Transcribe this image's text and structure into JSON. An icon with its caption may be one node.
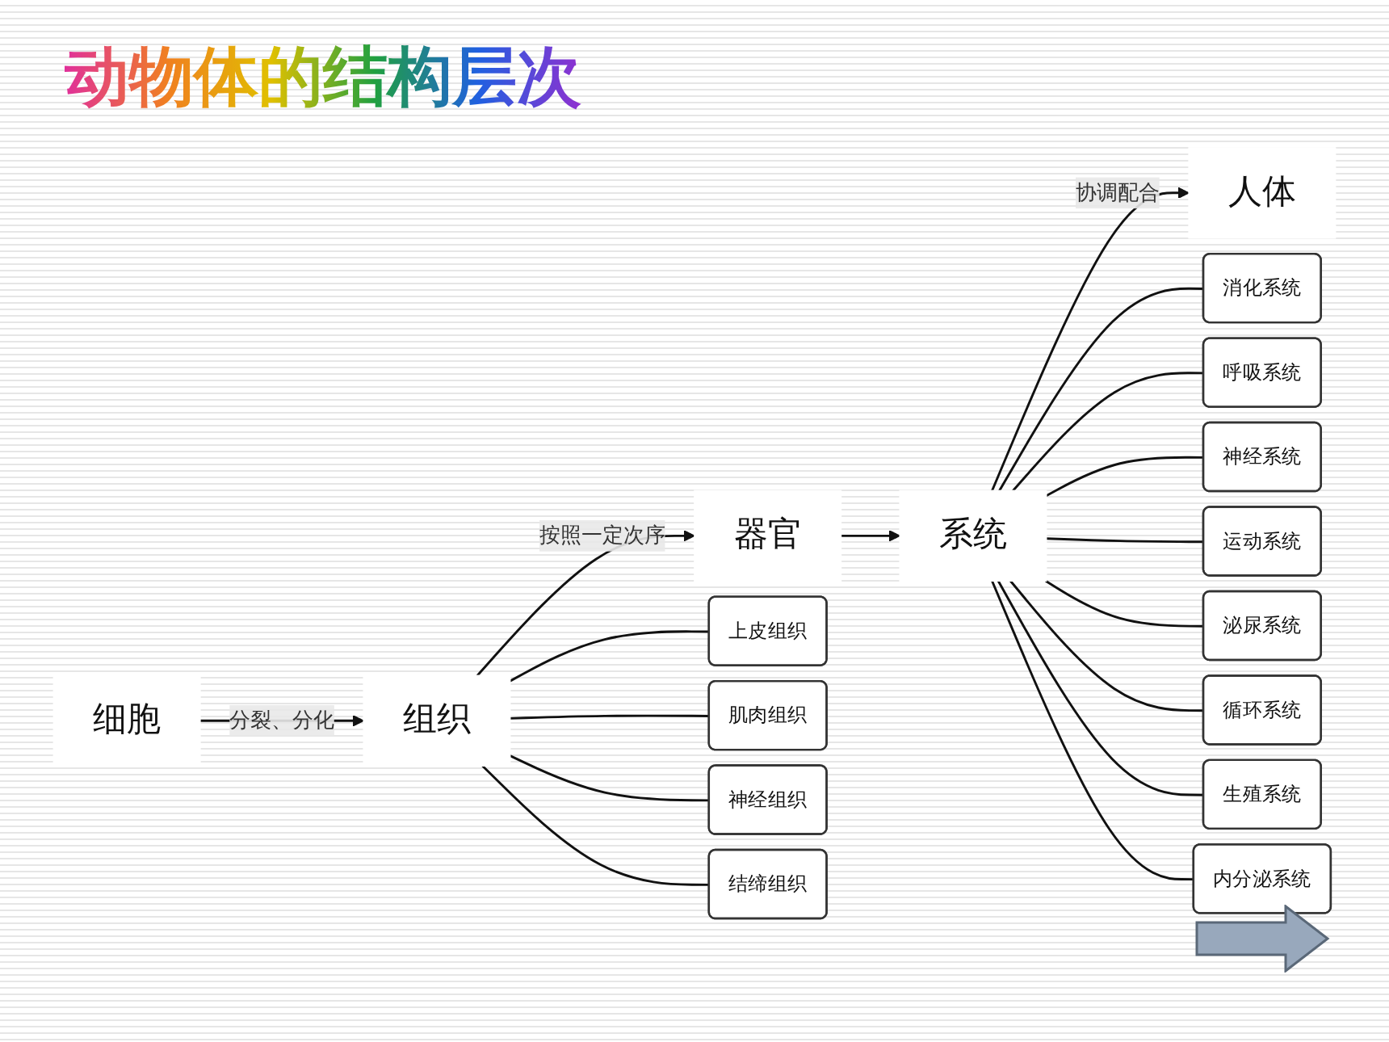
{
  "diagram": {
    "title": "动物体的结构层次",
    "nodes": [
      {
        "text": [
          "细胞"
        ]
      },
      {
        "text": [
          "组织"
        ]
      },
      {
        "text": [
          "器官"
        ]
      },
      {
        "text": [
          "系统"
        ]
      },
      {
        "text": [
          "人体"
        ]
      },
      {
        "text": [
          "上皮组织"
        ]
      },
      {
        "text": [
          "肌肉组织"
        ]
      },
      {
        "text": [
          "神经组织"
        ]
      },
      {
        "text": [
          "结缔组织"
        ]
      },
      {
        "text": [
          "消化系统"
        ]
      },
      {
        "text": [
          "呼吸系统"
        ]
      },
      {
        "text": [
          "神经系统"
        ]
      },
      {
        "text": [
          "运动系统"
        ]
      },
      {
        "text": [
          "泌尿系统"
        ]
      },
      {
        "text": [
          "循环系统"
        ]
      },
      {
        "text": [
          "生殖系统"
        ]
      },
      {
        "text": [
          "内分泌系统"
        ]
      }
    ],
    "edges": [
      {
        "from": 0,
        "to": 1,
        "arrow": "to",
        "label": "分裂、分化"
      },
      {
        "from": 1,
        "to": 2,
        "arrow": "to",
        "label": "按照一定次序"
      },
      {
        "from": 2,
        "to": 3,
        "arrow": "to"
      },
      {
        "from": 3,
        "to": 4,
        "arrow": "to",
        "label": "协调配合"
      },
      {
        "from": 1,
        "to": 5,
        "arrow": "none"
      },
      {
        "from": 1,
        "to": 6,
        "arrow": "none"
      },
      {
        "from": 1,
        "to": 7,
        "arrow": "none"
      },
      {
        "from": 1,
        "to": 8,
        "arrow": "none"
      },
      {
        "from": 3,
        "to": 9,
        "arrow": "none"
      },
      {
        "from": 3,
        "to": 10,
        "arrow": "none"
      },
      {
        "from": 3,
        "to": 11,
        "arrow": "none"
      },
      {
        "from": 3,
        "to": 12,
        "arrow": "none"
      },
      {
        "from": 3,
        "to": 13,
        "arrow": "none"
      },
      {
        "from": 3,
        "to": 14,
        "arrow": "none"
      },
      {
        "from": 3,
        "to": 15,
        "arrow": "none"
      },
      {
        "from": 3,
        "to": 16,
        "arrow": "none"
      }
    ]
  }
}
